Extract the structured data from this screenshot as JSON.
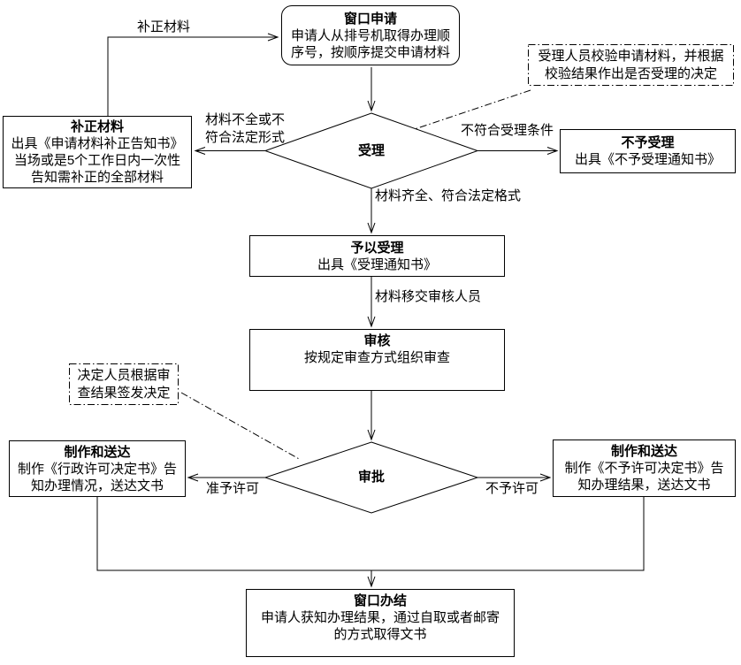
{
  "nodes": {
    "window_apply": {
      "title": "窗口申请",
      "body": [
        "申请人从排号机取得办理顺",
        "序号，按顺序提交申请材料"
      ]
    },
    "shouli": {
      "label": "受理"
    },
    "buzheng": {
      "title": "补正材料",
      "body": [
        "出具《申请材料补正告知书》",
        "当场或是5个工作日内一次性",
        "告知需补正的全部材料"
      ]
    },
    "no_accept": {
      "title": "不予受理",
      "body": [
        "出具《不予受理通知书》"
      ]
    },
    "accept": {
      "title": "予以受理",
      "body": [
        "出具《受理通知书》"
      ]
    },
    "shenhe": {
      "title": "审核",
      "body": [
        "按规定审查方式组织审查"
      ]
    },
    "shenpi": {
      "label": "审批"
    },
    "make_left": {
      "title": "制作和送达",
      "body": [
        "制作《行政许可决定书》告",
        "知办理情况，送达文书"
      ]
    },
    "make_right": {
      "title": "制作和送达",
      "body": [
        "制作《不予许可决定书》告",
        "知办理结果，送达文书"
      ]
    },
    "finish": {
      "title": "窗口办结",
      "body": [
        "申请人获知办理结果，通过自取或者邮寄",
        "的方式取得文书"
      ]
    }
  },
  "notes": {
    "accept_note": [
      "受理人员校验申请材料，并根据",
      "校验结果作出是否受理的决定"
    ],
    "decide_note": [
      "决定人员根据审",
      "查结果签发决定"
    ]
  },
  "edge_labels": {
    "supplement": "补正材料",
    "incomplete": [
      "材料不全或不",
      "符合法定形式"
    ],
    "not_qualified": "不符合受理条件",
    "complete": "材料齐全、符合法定格式",
    "transfer": "材料移交审核人员",
    "approve": "准予许可",
    "deny": "不予许可"
  },
  "colors": {
    "line": "#000000",
    "background": "#ffffff",
    "text": "#000000"
  }
}
